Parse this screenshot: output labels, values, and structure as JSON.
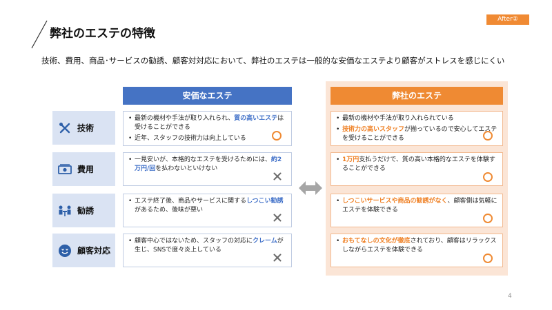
{
  "title": "弊社のエステの特徴",
  "badge": "After②",
  "description": "技術、費用、商品･サービスの勧誘、顧客対対応において、弊社のエステは一般的な安価なエステより顧客がストレスを感じにくい",
  "columns": {
    "left": "安価なエステ",
    "right": "弊社のエステ"
  },
  "categories": [
    {
      "label": "技術",
      "icon": "tools-icon"
    },
    {
      "label": "費用",
      "icon": "money-icon"
    },
    {
      "label": "勧誘",
      "icon": "meeting-icon"
    },
    {
      "label": "顧客対応",
      "icon": "smile-icon"
    }
  ],
  "rows": [
    {
      "left": [
        [
          "最新の機材や手法が取り入れられ、",
          "質の高いエステ",
          "は受けることができる"
        ],
        [
          "近年、スタッフの技術力は向上している",
          "",
          ""
        ]
      ],
      "left_mark": "circle",
      "right": [
        [
          "最新の機材や手法が取り入れられている",
          "",
          ""
        ],
        [
          "",
          "技術力の高いスタッフ",
          "が揃っているので安心してエステを受けることができる"
        ]
      ],
      "right_mark": "circle"
    },
    {
      "left": [
        [
          "一見安いが、本格的なエステを受けるためには、",
          "約2万円/回",
          "を払わないといけない"
        ]
      ],
      "left_mark": "cross",
      "right": [
        [
          "",
          "1万円",
          "支払うだけで、質の高い本格的なエステを体験することができる"
        ]
      ],
      "right_mark": "circle"
    },
    {
      "left": [
        [
          "エステ終了後、商品やサービスに関する",
          "しつこい勧誘",
          "があるため、後味が悪い"
        ]
      ],
      "left_mark": "cross",
      "right": [
        [
          "",
          "しつこいサービスや商品の勧誘がなく",
          "、顧客側は気軽にエステを体験できる"
        ]
      ],
      "right_mark": "circle"
    },
    {
      "left": [
        [
          "顧客中心ではないため、スタッフの対応に",
          "クレーム",
          "が生じ、SNSで度々炎上している"
        ]
      ],
      "left_mark": "cross",
      "right": [
        [
          "",
          "おもてなしの文化が徹底",
          "されており、顧客はリラックスしながらエステを体験できる"
        ]
      ],
      "right_mark": "circle"
    }
  ],
  "page_number": "4",
  "colors": {
    "blue": "#4573c4",
    "orange": "#ef8a33",
    "light_blue": "#dae3f3",
    "light_orange": "#fbe5d6"
  }
}
